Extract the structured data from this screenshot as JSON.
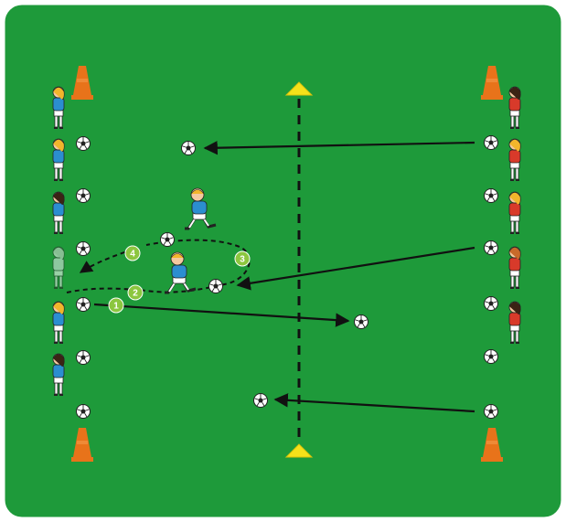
{
  "pitch": {
    "color": "#1e9a3a",
    "border": "#ffffff"
  },
  "cones": {
    "color": "#e8731a"
  },
  "halfway_markers": {
    "color": "#f5e11a"
  },
  "teams": {
    "blue": {
      "shirt": "#2b8ed0",
      "label": "blue-team"
    },
    "red": {
      "shirt": "#d83a2a",
      "label": "red-team"
    }
  },
  "steps": [
    {
      "label": "1"
    },
    {
      "label": "2"
    },
    {
      "label": "3"
    },
    {
      "label": "4"
    }
  ],
  "step_color": "#8cc63f"
}
